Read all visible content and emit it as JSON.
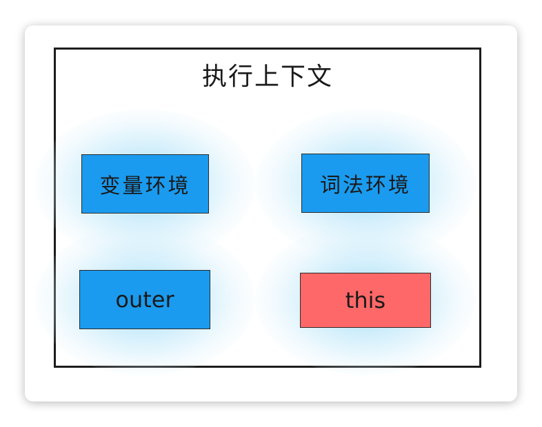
{
  "diagram": {
    "title": "执行上下文",
    "boxes": {
      "variable_env": {
        "label": "变量环境",
        "color": "#1a9bef"
      },
      "lexical_env": {
        "label": "词法环境",
        "color": "#1a9bef"
      },
      "outer": {
        "label": "outer",
        "color": "#1a9bef"
      },
      "this": {
        "label": "this",
        "color": "#ff6868"
      }
    },
    "frame_color": "#1c1c1c",
    "glow_color": "#8cd4f5"
  }
}
